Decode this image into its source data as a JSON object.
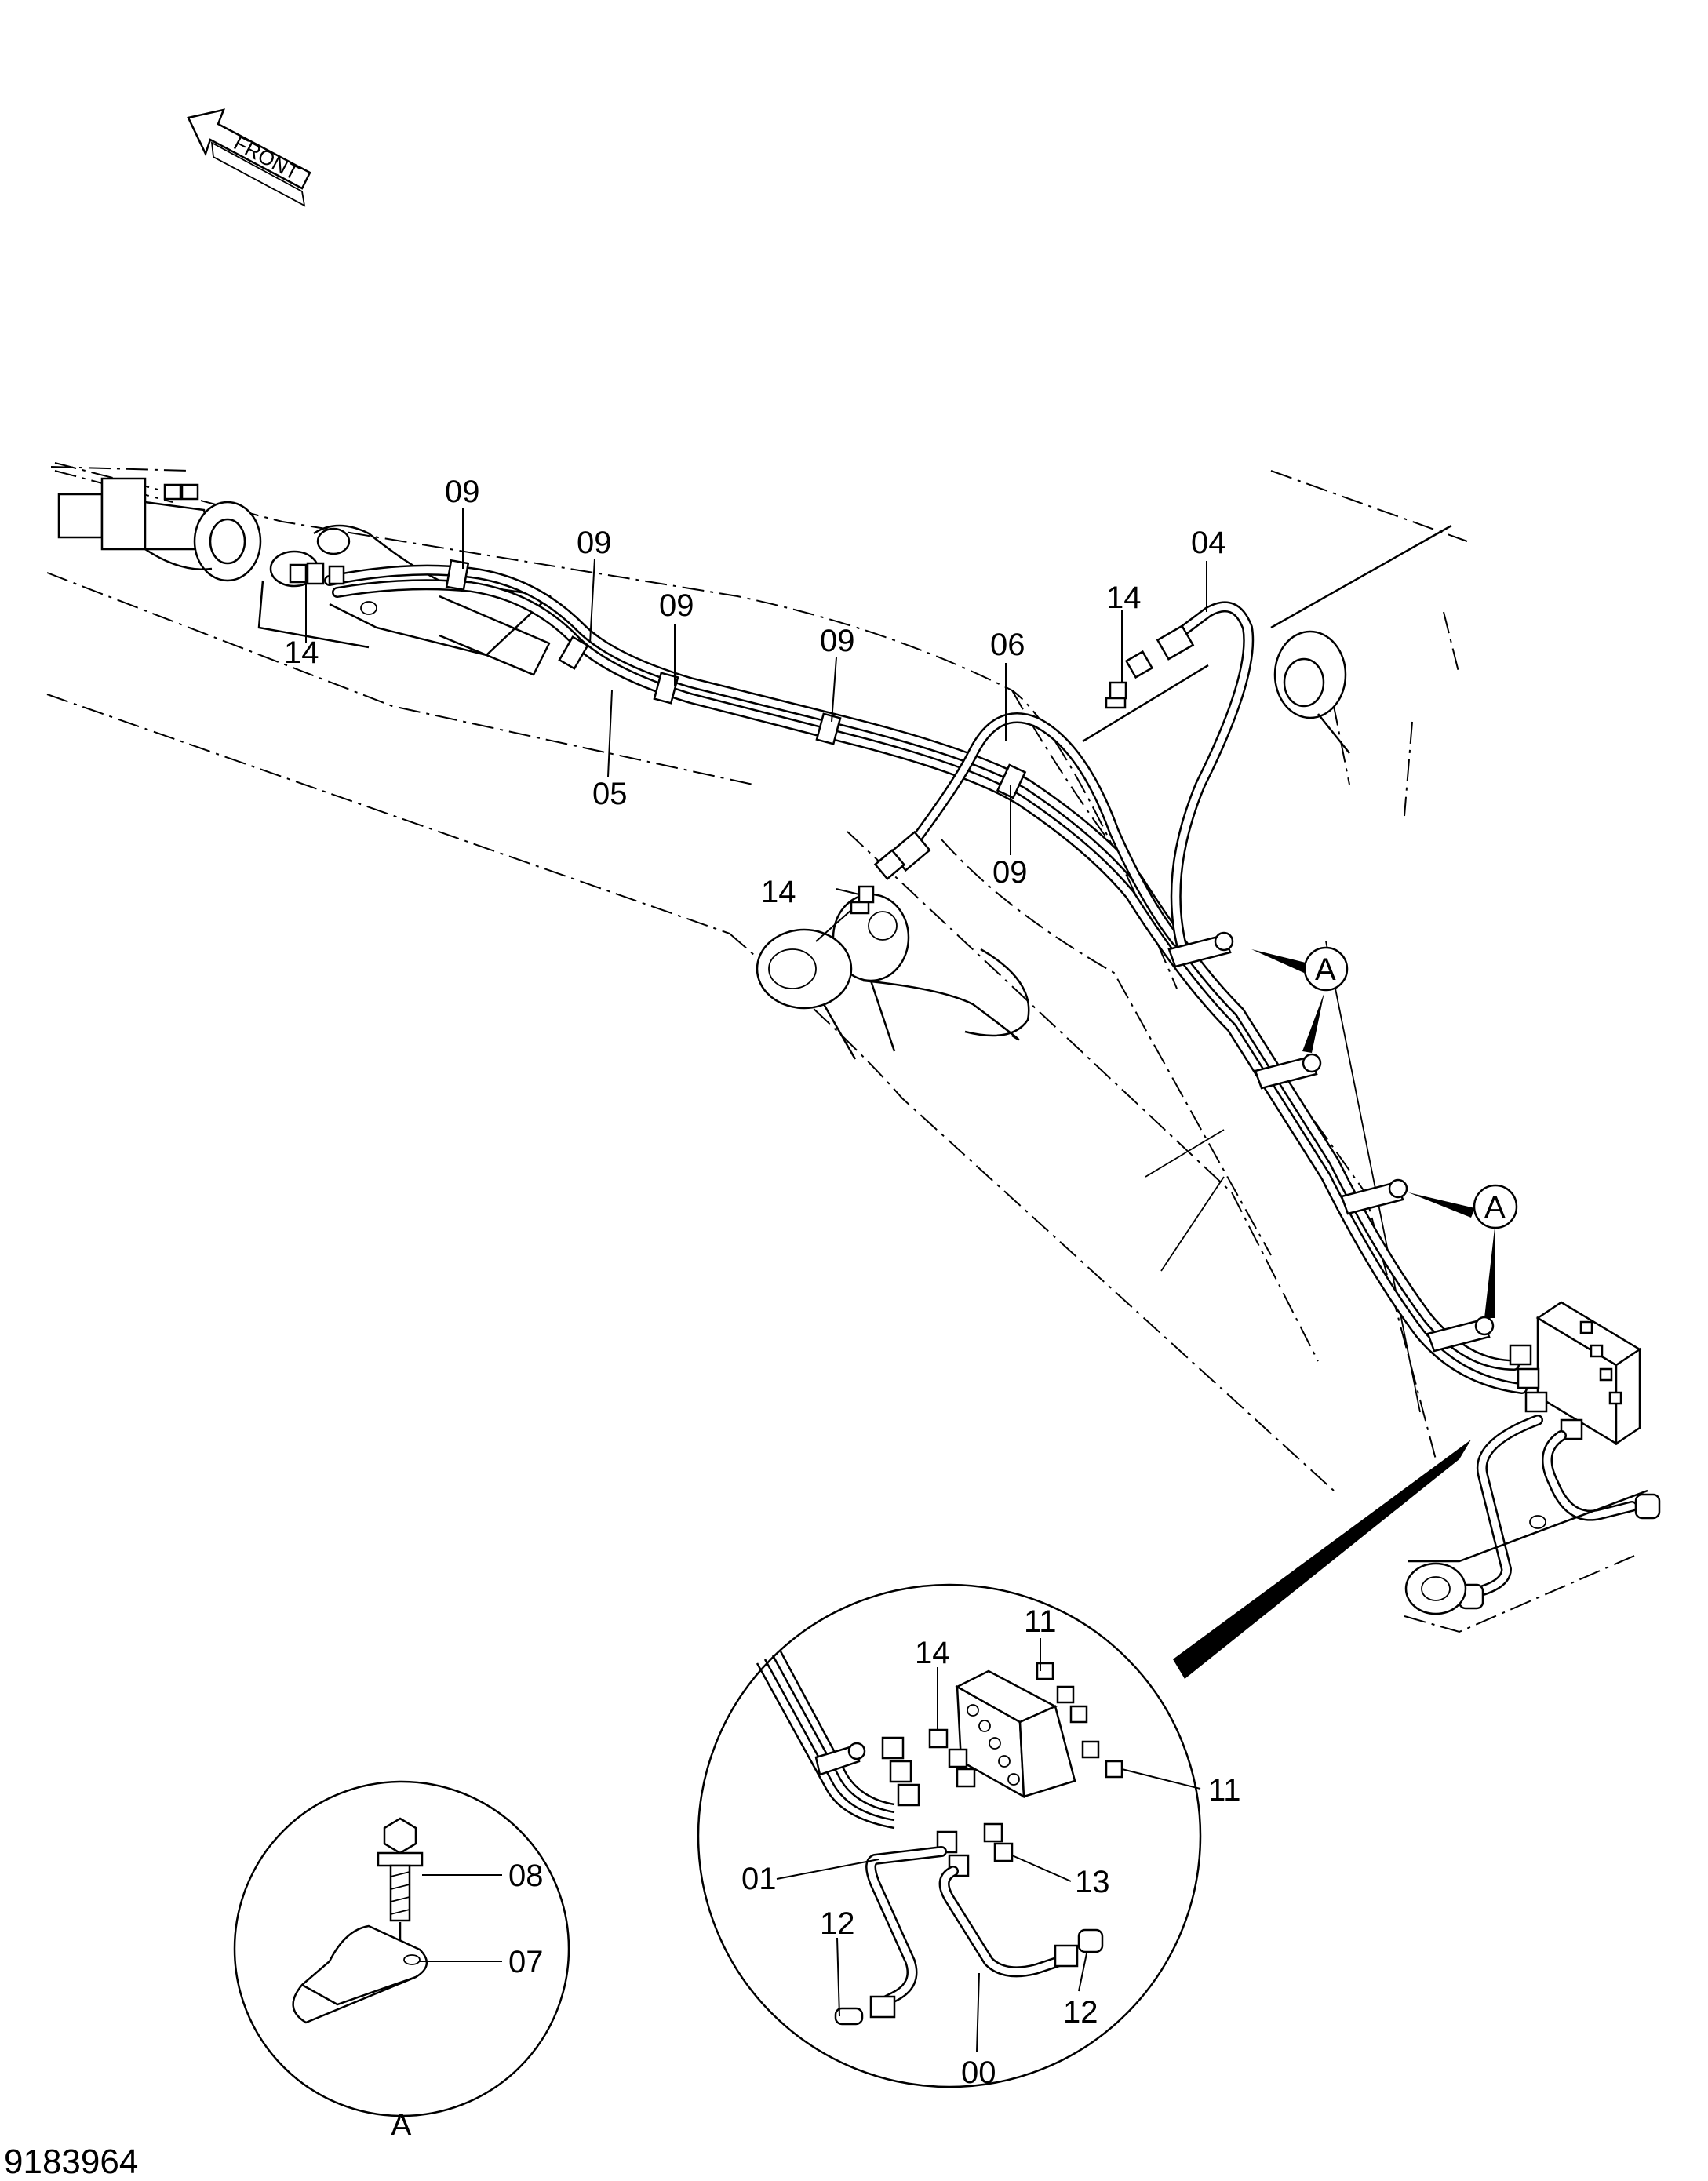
{
  "diagram": {
    "figure_number": "9183964",
    "direction_label": "FRONT",
    "detail_label": "A",
    "callout_labels": {
      "hose_04": "04",
      "hose_05": "05",
      "hose_06": "06",
      "clamp_09_a": "09",
      "clamp_09_b": "09",
      "clamp_09_c": "09",
      "clamp_09_d": "09",
      "clamp_09_e": "09",
      "fitting_14_a": "14",
      "fitting_14_b": "14",
      "fitting_14_c": "14",
      "fitting_14_d": "14",
      "ref_a_1": "A",
      "ref_a_2": "A",
      "bolt_08": "08",
      "clamp_07": "07",
      "fitting_11_a": "11",
      "fitting_11_b": "11",
      "fitting_13": "13",
      "pipe_01": "01",
      "pipe_00": "00",
      "elbow_12_a": "12",
      "elbow_12_b": "12"
    }
  }
}
